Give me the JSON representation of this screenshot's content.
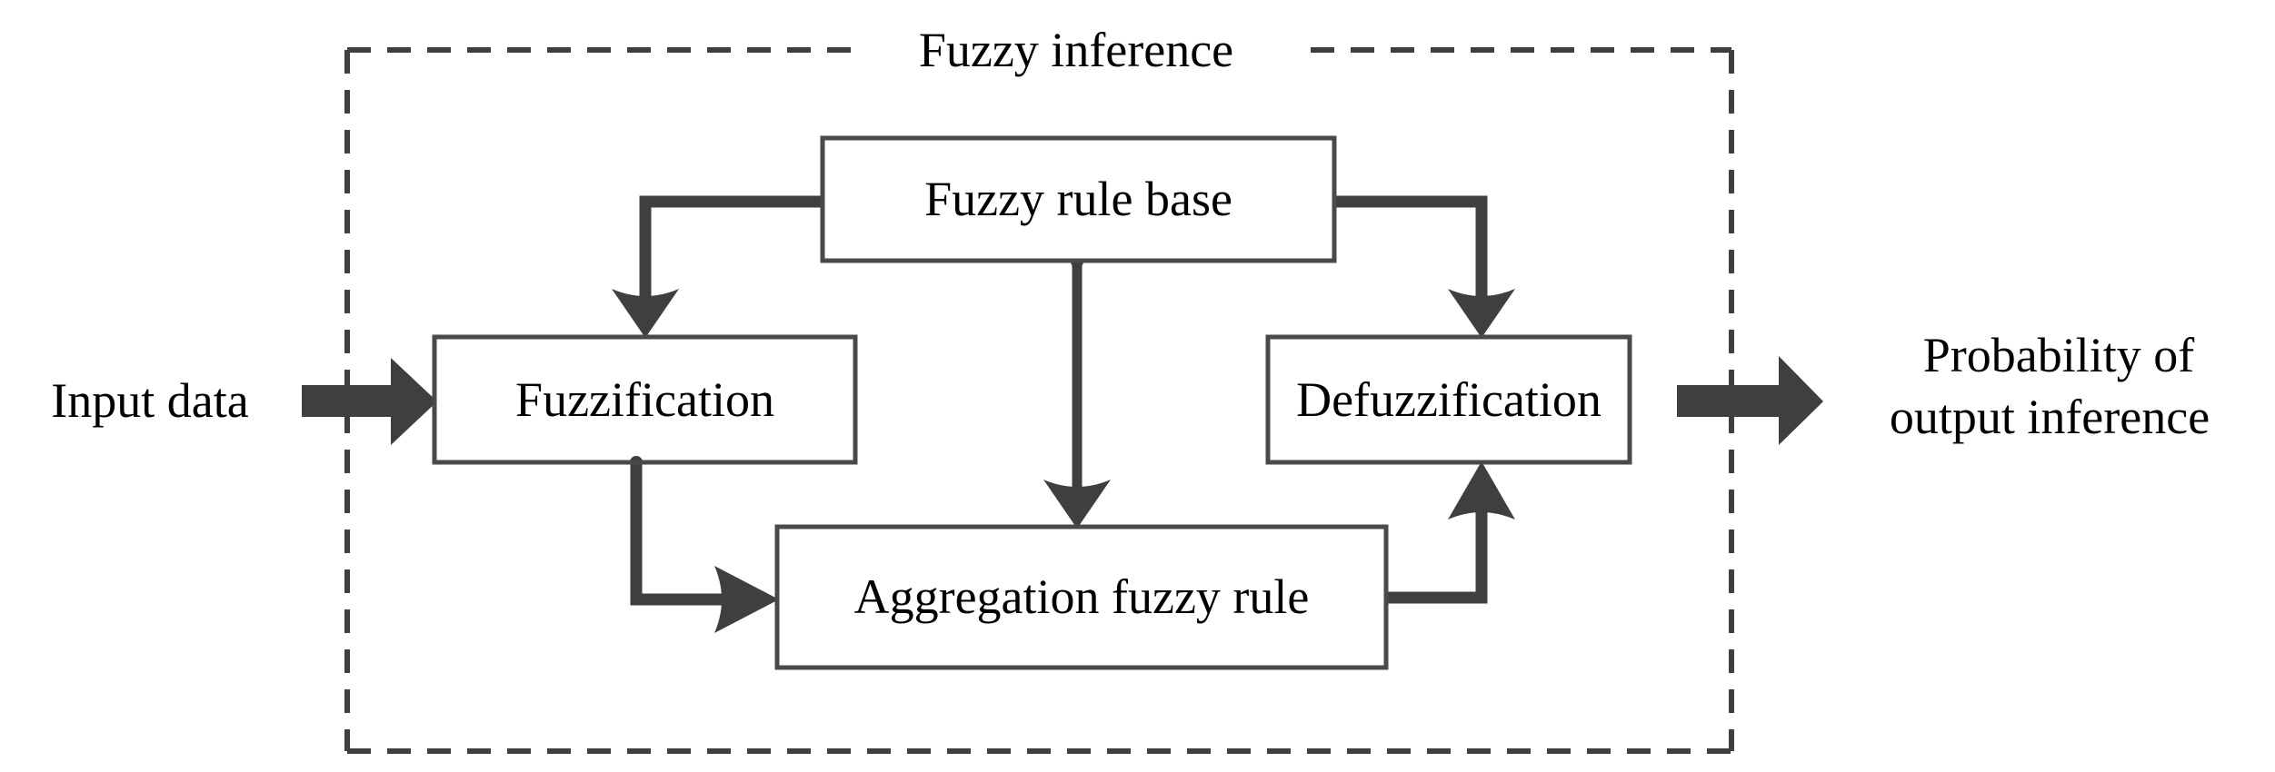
{
  "diagram": {
    "title": "Fuzzy inference",
    "colors": {
      "stroke": "#3f3f3f",
      "box_border": "#4a4a4a",
      "text": "#000000",
      "background": "#ffffff"
    },
    "group": {
      "label": "Fuzzy inference",
      "border_style": "dashed"
    },
    "nodes": [
      {
        "id": "fuzzy-rule-base",
        "label": "Fuzzy rule base"
      },
      {
        "id": "fuzzification",
        "label": "Fuzzification"
      },
      {
        "id": "defuzzification",
        "label": "Defuzzification"
      },
      {
        "id": "aggregation-fuzzy-rule",
        "label": "Aggregation fuzzy rule"
      }
    ],
    "external": {
      "input_label": "Input data",
      "output_label_line1": "Probability of",
      "output_label_line2": "output inference"
    },
    "edges": [
      {
        "from": "fuzzy-rule-base",
        "to": "fuzzification",
        "arrow": "down"
      },
      {
        "from": "fuzzy-rule-base",
        "to": "defuzzification",
        "arrow": "down"
      },
      {
        "from": "fuzzy-rule-base",
        "to": "aggregation-fuzzy-rule",
        "arrow": "down"
      },
      {
        "from": "fuzzification",
        "to": "aggregation-fuzzy-rule",
        "arrow": "right"
      },
      {
        "from": "aggregation-fuzzy-rule",
        "to": "defuzzification",
        "arrow": "up"
      },
      {
        "from": "input-data",
        "to": "fuzzification",
        "arrow": "right-block"
      },
      {
        "from": "defuzzification",
        "to": "output-inference",
        "arrow": "right-block"
      }
    ]
  }
}
